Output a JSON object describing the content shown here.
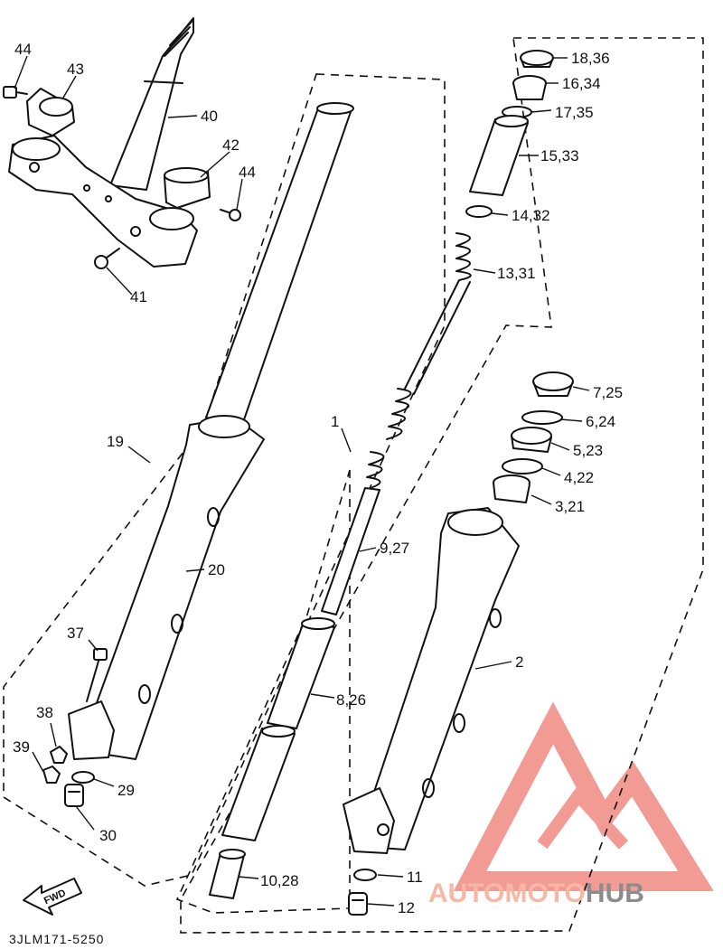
{
  "labels": {
    "l44a": "44",
    "l43": "43",
    "l40": "40",
    "l42": "42",
    "l44b": "44",
    "l41": "41",
    "l1836": "18,36",
    "l1634": "16,34",
    "l1735": "17,35",
    "l1533": "15,33",
    "l1432": "14,32",
    "l1331": "13,31",
    "l725": "7,25",
    "l624": "6,24",
    "l523": "5,23",
    "l422": "4,22",
    "l321": "3,21",
    "l1": "1",
    "l19": "19",
    "l20": "20",
    "l927": "9,27",
    "l2": "2",
    "l37": "37",
    "l38": "38",
    "l39": "39",
    "l29": "29",
    "l30": "30",
    "l826": "8,26",
    "l1028": "10,28",
    "l11": "11",
    "l12": "12"
  },
  "fwd_arrow": "FWD",
  "drawing_code": "3JLM171-5250",
  "watermark": {
    "part1": "AUTOMOTO",
    "part2": "HUB",
    "color1": "#f6b8a4",
    "color2": "#8c8c8c",
    "logo_color": "#f08a82"
  }
}
